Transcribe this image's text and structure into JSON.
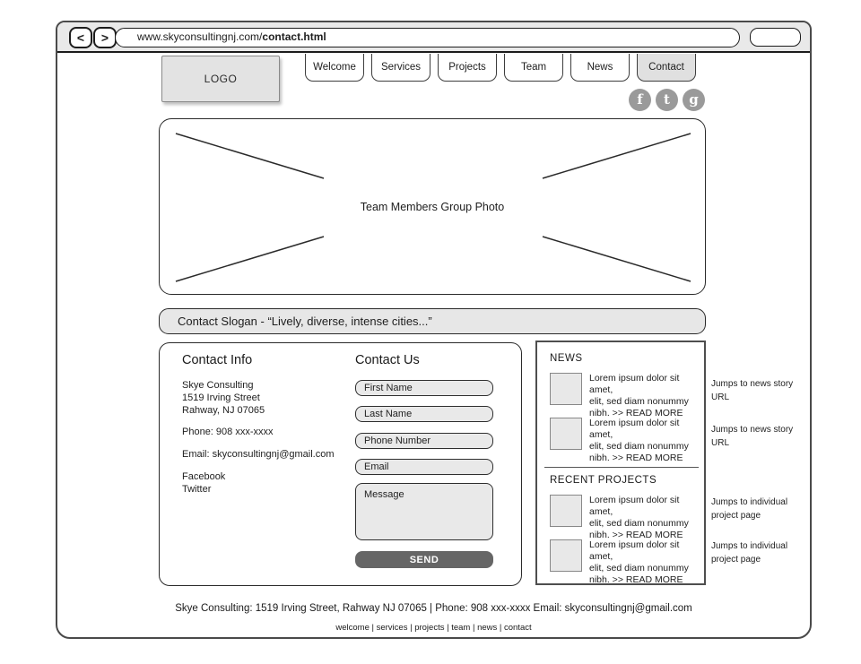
{
  "browser": {
    "back_glyph": "<",
    "forward_glyph": ">",
    "url_plain": "www.skyconsultingnj.com/",
    "url_bold": "contact.html"
  },
  "header": {
    "logo": "LOGO",
    "tabs": [
      {
        "label": "Welcome",
        "active": false
      },
      {
        "label": "Services",
        "active": false
      },
      {
        "label": "Projects",
        "active": false
      },
      {
        "label": "Team",
        "active": false
      },
      {
        "label": "News",
        "active": false
      },
      {
        "label": "Contact",
        "active": true
      }
    ],
    "social": [
      {
        "name": "facebook",
        "glyph": "f"
      },
      {
        "name": "twitter",
        "glyph": "t"
      },
      {
        "name": "google-plus",
        "glyph": "g"
      }
    ]
  },
  "hero": {
    "photo_label": "Team Members Group Photo"
  },
  "slogan": {
    "text": "Contact Slogan - “Lively, diverse, intense cities...”"
  },
  "contact_info": {
    "title": "Contact Info",
    "address": "Skye Consulting\n1519 Irving Street\nRahway, NJ 07065",
    "phone": "Phone: 908 xxx-xxxx",
    "email": "Email: skyconsultingnj@gmail.com",
    "links": "Facebook\nTwitter"
  },
  "contact_form": {
    "title": "Contact Us",
    "first_name_placeholder": "First Name",
    "last_name_placeholder": "Last Name",
    "phone_placeholder": "Phone Number",
    "email_placeholder": "Email",
    "message_placeholder": "Message",
    "send_label": "SEND"
  },
  "sidebar": {
    "news_title": "NEWS",
    "projects_title": "RECENT PROJECTS",
    "items": [
      {
        "text": "Lorem ipsum dolor sit amet,\nelit, sed diam nonummy\nnibh. >> READ MORE"
      },
      {
        "text": "Lorem ipsum dolor sit amet,\nelit, sed diam nonummy\nnibh. >> READ MORE"
      },
      {
        "text": "Lorem ipsum dolor sit amet,\nelit, sed diam nonummy\nnibh. >> READ MORE"
      },
      {
        "text": "Lorem ipsum dolor sit amet,\nelit, sed diam nonummy\nnibh. >> READ MORE"
      }
    ]
  },
  "annotations": [
    {
      "text": "Jumps to news story URL"
    },
    {
      "text": "Jumps to news story URL"
    },
    {
      "text": "Jumps to individual\nproject page"
    },
    {
      "text": "Jumps to individual\nproject page"
    }
  ],
  "footer": {
    "contact_line": "Skye Consulting: 1519 Irving Street, Rahway NJ 07065   |   Phone: 908 xxx-xxxx    Email: skyconsultingnj@gmail.com",
    "nav_line": "welcome | services | projects | team | news | contact"
  },
  "colors": {
    "chrome_bg": "#e9e9e9",
    "active_tab_bg": "#e0e0e0",
    "social_circle": "#9a9a9a",
    "field_bg": "#e9e9e9",
    "send_button_bg": "#666666",
    "slogan_bg": "#e7e7e7"
  }
}
